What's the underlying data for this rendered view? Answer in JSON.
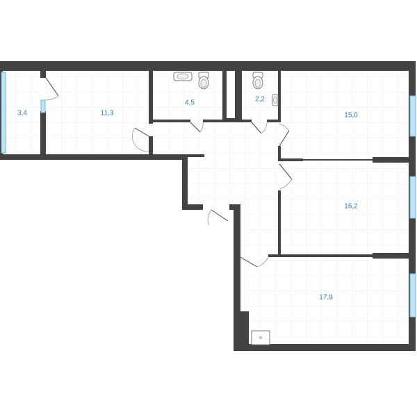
{
  "plan": {
    "rooms": [
      {
        "id": "balcony",
        "area": "3,4"
      },
      {
        "id": "kitchen",
        "area": "11,3"
      },
      {
        "id": "bathroom",
        "area": "4,5"
      },
      {
        "id": "toilet",
        "area": "2,2"
      },
      {
        "id": "room-1",
        "area": "15,0"
      },
      {
        "id": "room-2",
        "area": "16,2"
      },
      {
        "id": "room-3",
        "area": "17,9"
      }
    ],
    "colors": {
      "wall": "#434343",
      "label": "#2e7fb8",
      "window": "#bfe2f5",
      "grid": "#e9eef2"
    }
  }
}
